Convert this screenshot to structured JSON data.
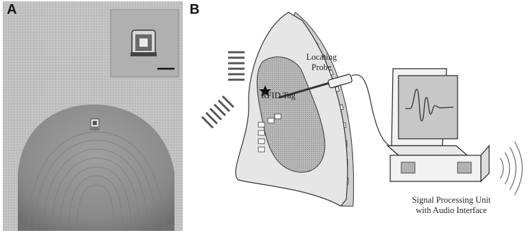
{
  "panel_a": {
    "letter": "A"
  },
  "panel_b": {
    "letter": "B",
    "labels": {
      "locating_probe_line1": "Locating",
      "locating_probe_line2": "Probe",
      "rfid_tag": "RFID Tag",
      "signal_unit_line1": "Signal Processing Unit",
      "signal_unit_line2": "with Audio Interface"
    },
    "icons": {
      "tag_marker": "star-icon"
    }
  },
  "colors": {
    "photo_background": "#bdbdbd",
    "finger": "#8f8f8f",
    "organ_fill": "#e8e8e8",
    "tumor_fill": "#b5b5b5",
    "screen_fill": "#c4c4c4"
  }
}
